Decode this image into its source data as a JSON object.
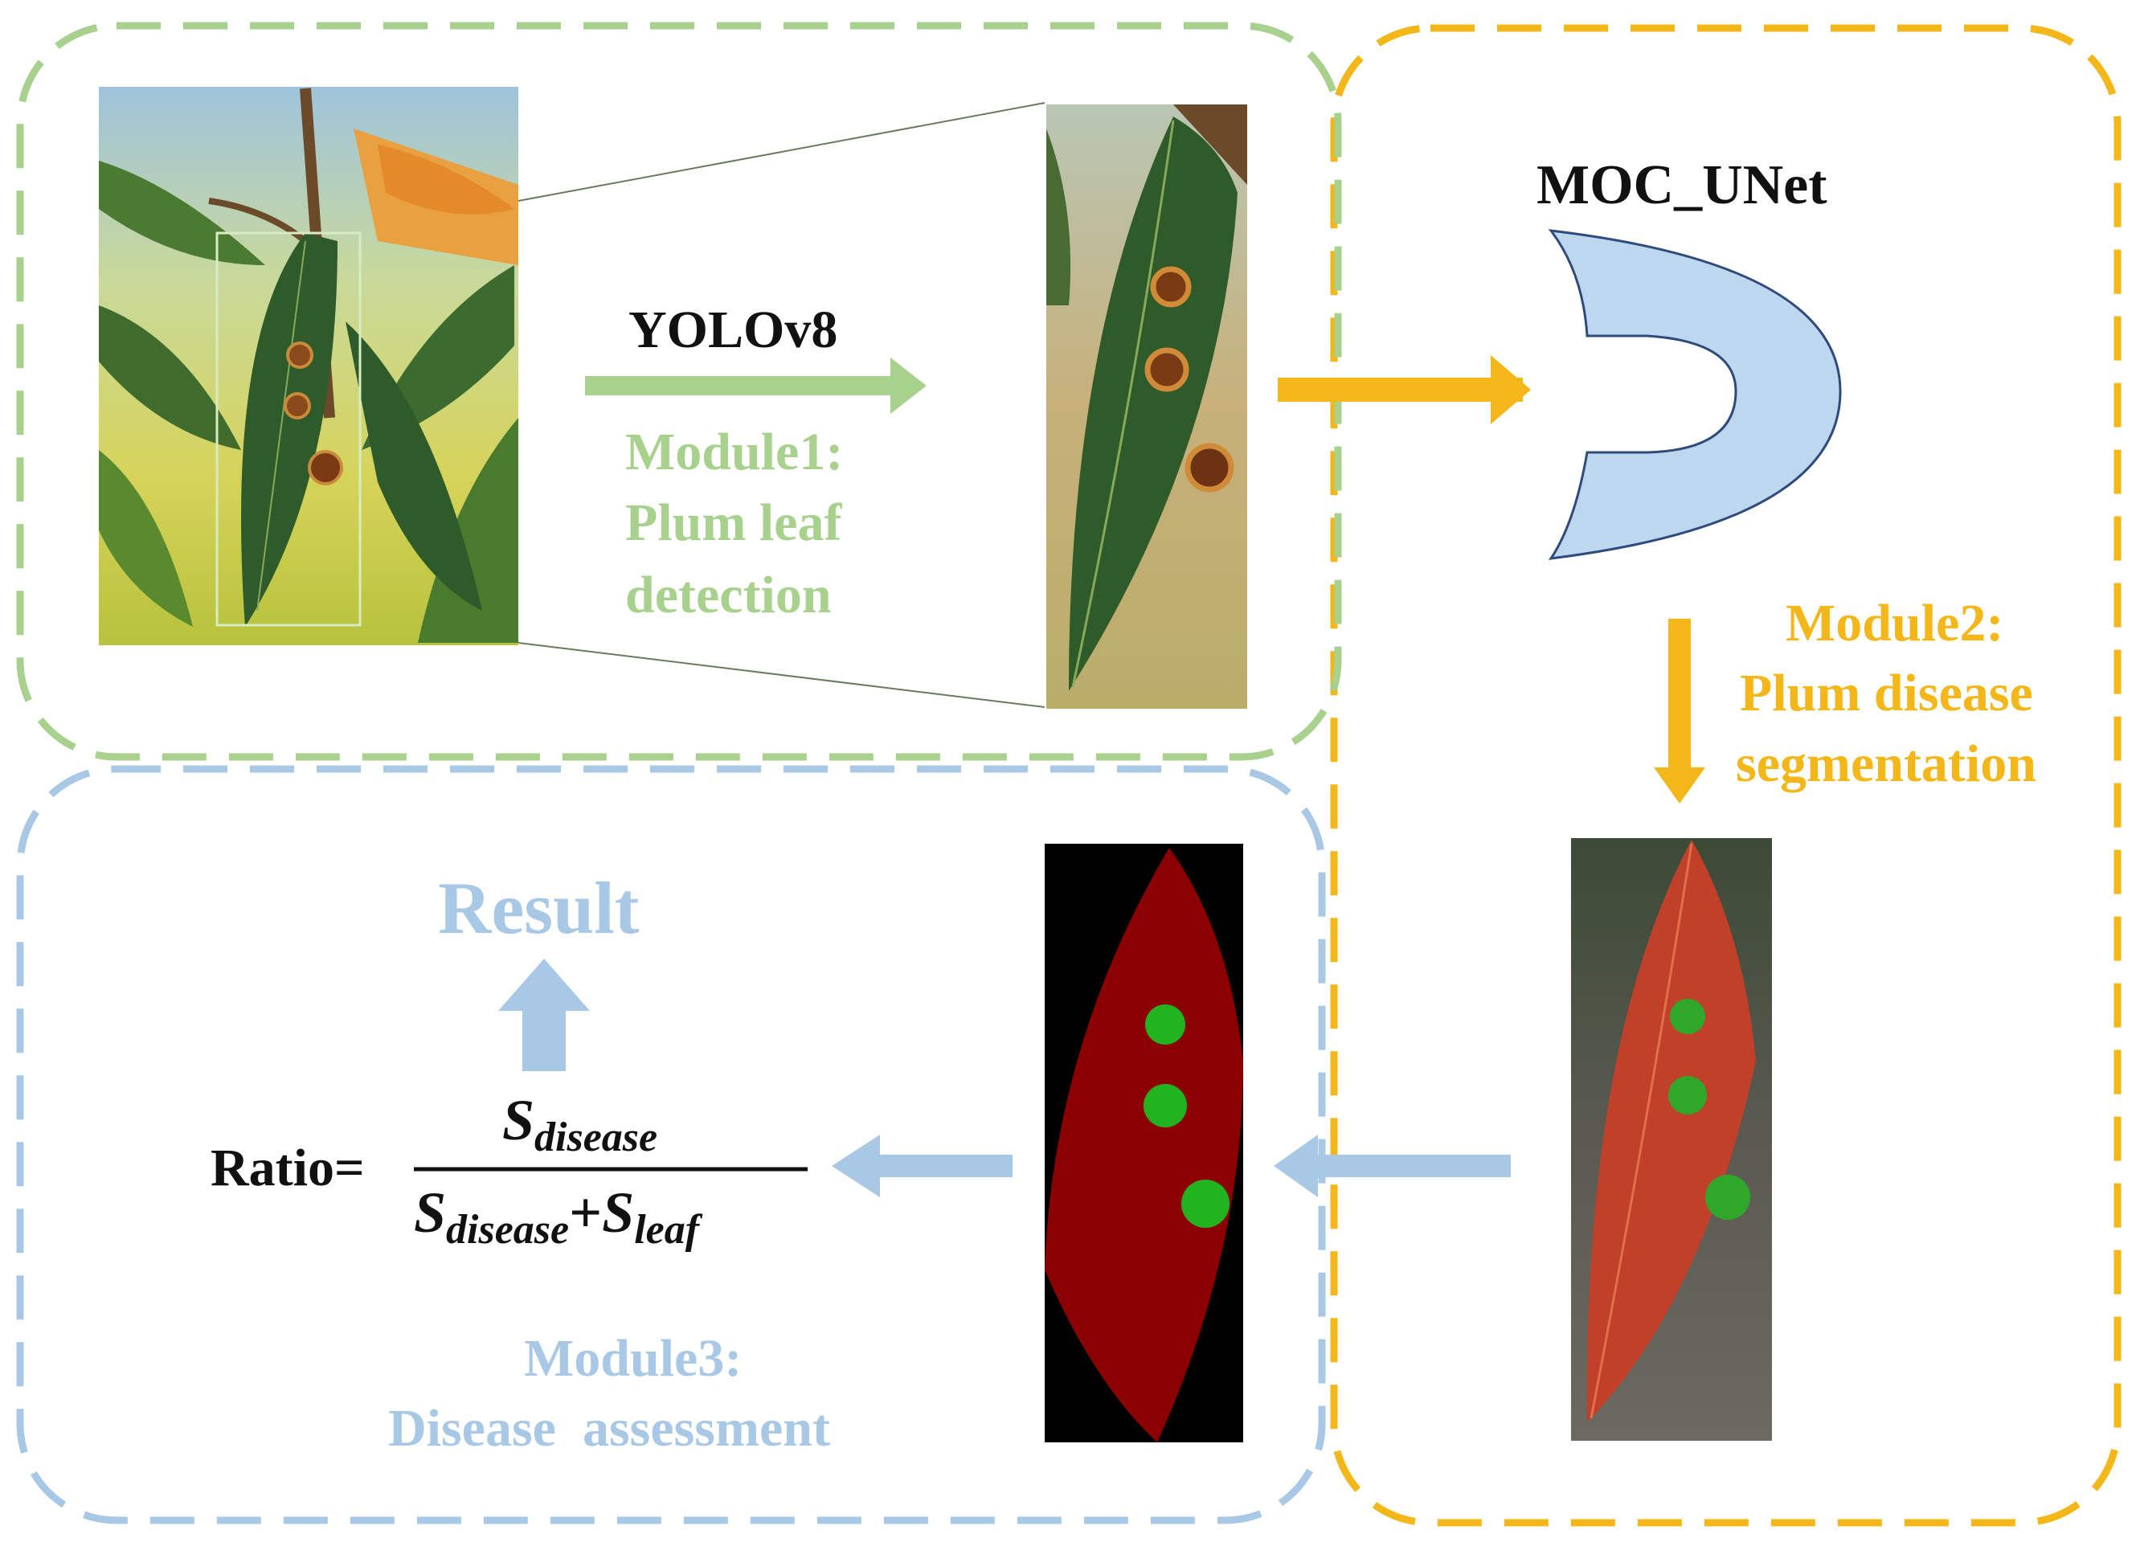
{
  "module1": {
    "model": "YOLOv8",
    "title_line1": "Module1:",
    "title_line2": "Plum leaf",
    "title_line3": "detection"
  },
  "module2": {
    "model": "MOC_UNet",
    "title_line1": "Module2:",
    "title_line2": "Plum disease",
    "title_line3": "segmentation"
  },
  "module3": {
    "result": "Result",
    "ratio_label": "Ratio=",
    "numerator_s": "S",
    "numerator_sub": "disease",
    "denominator_s1": "S",
    "denominator_sub1": "disease",
    "plus": "+",
    "denominator_s2": "S",
    "denominator_sub2": "leaf",
    "title_line1": "Module3:",
    "title_line2": "Disease  assessment"
  },
  "colors": {
    "green": "#a9d18e",
    "gold": "#f4b71a",
    "blue": "#a8c8e6",
    "unet_fill": "#bdd7ee",
    "unet_stroke": "#2f4b7c",
    "leaf_dark": "#2f5a2a",
    "mask_red": "#8b0000",
    "mask_green": "#22b41e"
  }
}
